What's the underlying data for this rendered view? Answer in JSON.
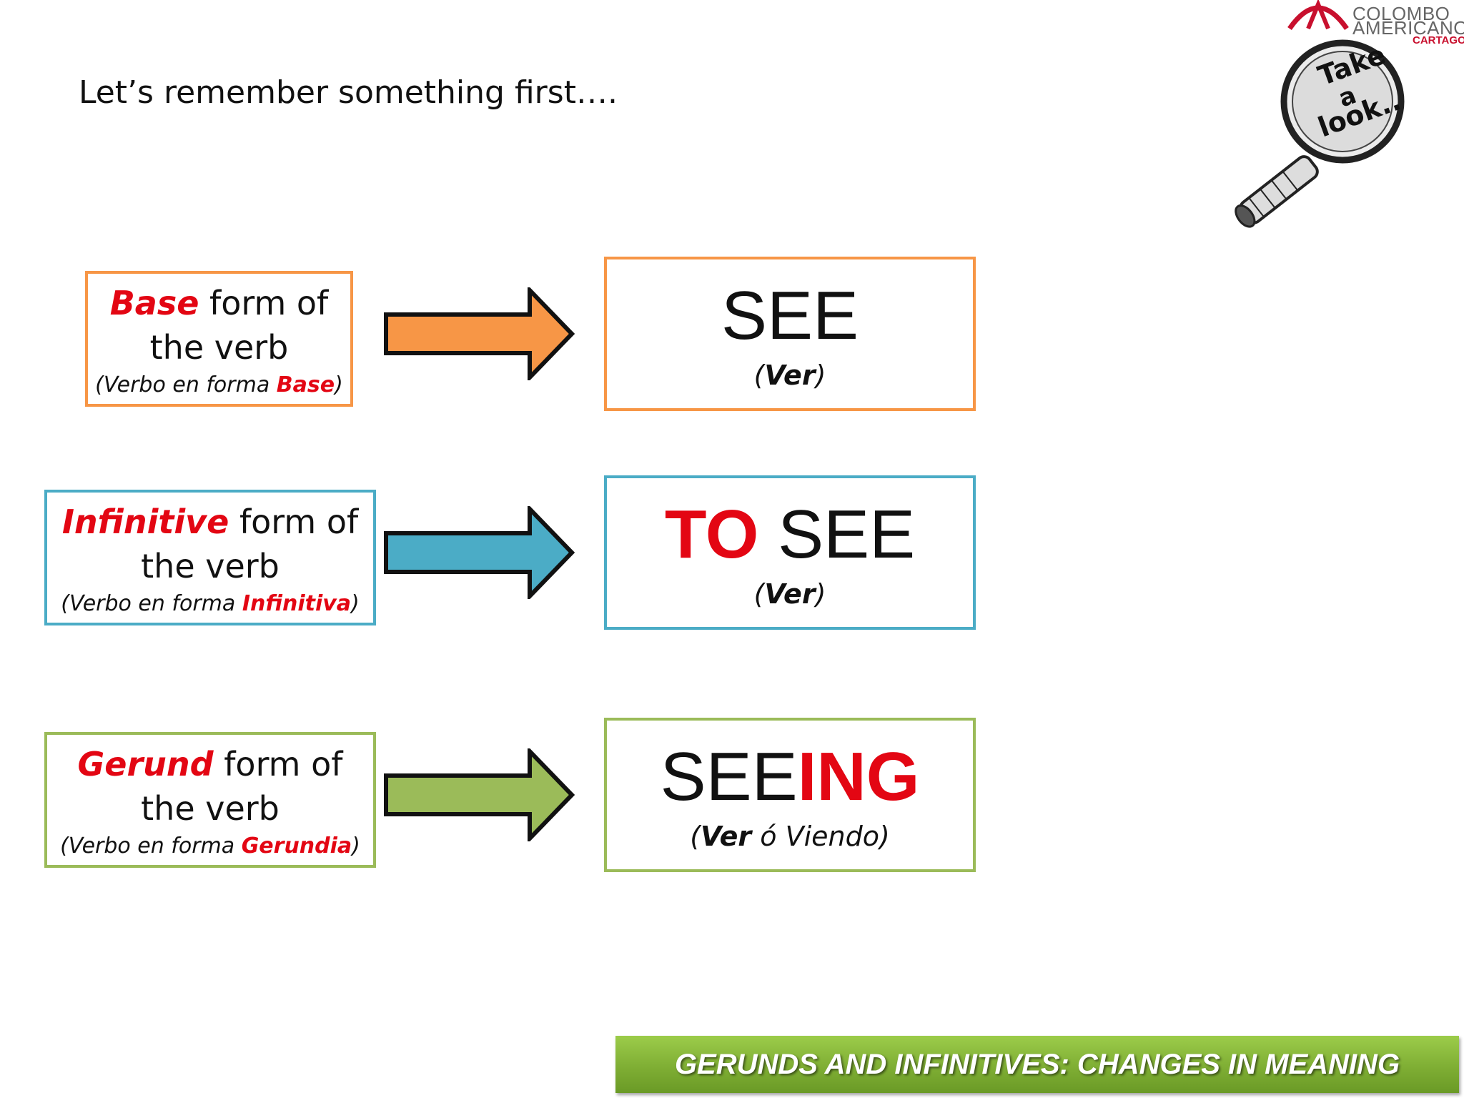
{
  "intro": "Let’s remember something first….",
  "logo": {
    "line1": "COLOMBO",
    "line2": "AMERICANO",
    "line3": "CARTAGO",
    "magnifier_text": [
      "Take",
      "a",
      "look.."
    ]
  },
  "rows": [
    {
      "label_highlight": "Base",
      "label_rest": " form of the verb",
      "sub_prefix": "(Verbo en forma ",
      "sub_highlight": "Base",
      "sub_suffix": ")",
      "verb_red_prefix": "",
      "verb_black": "SEE",
      "verb_red_suffix": "",
      "meaning_bold": "Ver",
      "meaning_rest": ""
    },
    {
      "label_highlight": "Infinitive",
      "label_rest": " form of the verb",
      "sub_prefix": "(Verbo en forma ",
      "sub_highlight": "Infinitiva",
      "sub_suffix": ")",
      "verb_red_prefix": "TO",
      "verb_black": " SEE",
      "verb_red_suffix": "",
      "meaning_bold": "Ver",
      "meaning_rest": ""
    },
    {
      "label_highlight": "Gerund",
      "label_rest": " form of the verb",
      "sub_prefix": "(Verbo en forma ",
      "sub_highlight": "Gerundia",
      "sub_suffix": ")",
      "verb_red_prefix": "",
      "verb_black": "SEE",
      "verb_red_suffix": "ING",
      "meaning_bold": "Ver",
      "meaning_rest": " ó Viendo"
    }
  ],
  "colors": {
    "base": "#f79646",
    "infinitive": "#4bacc6",
    "gerund": "#9bbb59",
    "highlight_red": "#e30613"
  },
  "footer": "GERUNDS AND INFINITIVES: CHANGES IN MEANING"
}
